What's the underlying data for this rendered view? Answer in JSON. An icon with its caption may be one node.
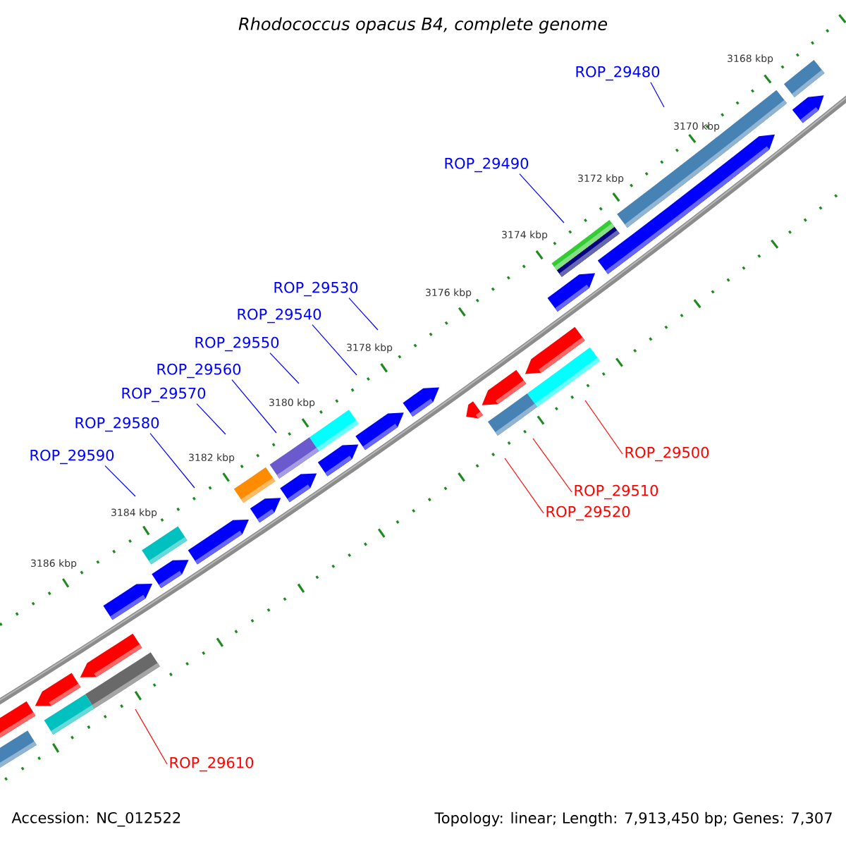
{
  "diagram": {
    "title": "Rhodococcus opacus B4, complete genome",
    "nodes": [
      {
        "text": [
          "ROP_29480"
        ]
      },
      {
        "text": [
          "ROP_29490"
        ]
      },
      {
        "text": [
          "ROP_29530"
        ]
      },
      {
        "text": [
          "ROP_29540"
        ]
      },
      {
        "text": [
          "ROP_29550"
        ]
      },
      {
        "text": [
          "ROP_29560"
        ]
      },
      {
        "text": [
          "ROP_29570"
        ]
      },
      {
        "text": [
          "ROP_29580"
        ]
      },
      {
        "text": [
          "ROP_29500"
        ]
      },
      {
        "text": [
          "ROP_29590"
        ]
      },
      {
        "text": [
          "ROP_29510"
        ]
      },
      {
        "text": [
          "ROP_29520"
        ]
      },
      {
        "text": [
          "ROP_29610"
        ]
      }
    ],
    "edges": [
      {
        "from": 0,
        "to": null,
        "arrow": "none"
      },
      {
        "from": 1,
        "to": null,
        "arrow": "none"
      },
      {
        "from": 2,
        "to": null,
        "arrow": "none"
      },
      {
        "from": 3,
        "to": null,
        "arrow": "none"
      },
      {
        "from": 4,
        "to": null,
        "arrow": "none"
      },
      {
        "from": 5,
        "to": null,
        "arrow": "none"
      },
      {
        "from": 6,
        "to": null,
        "arrow": "none"
      },
      {
        "from": 7,
        "to": null,
        "arrow": "none"
      },
      {
        "from": 8,
        "to": null,
        "arrow": "none",
        "color": "#ff0000"
      },
      {
        "from": 9,
        "to": null,
        "arrow": "none"
      },
      {
        "from": 10,
        "to": null,
        "arrow": "none",
        "color": "#ff0000"
      },
      {
        "from": 11,
        "to": null,
        "arrow": "none",
        "color": "#ff0000"
      },
      {
        "from": 12,
        "to": null,
        "arrow": "none",
        "color": "#ff0000"
      }
    ],
    "labels": [
      "3168 kbp",
      "3170 kbp",
      "3172 kbp",
      "3174 kbp",
      "3176 kbp",
      "3178 kbp",
      "3180 kbp",
      "3182 kbp",
      "3184 kbp",
      "3186 kbp",
      "Accession: NC_012522",
      "Topology: linear; Length: 7,913,450 bp; Genes: 7,307"
    ]
  }
}
